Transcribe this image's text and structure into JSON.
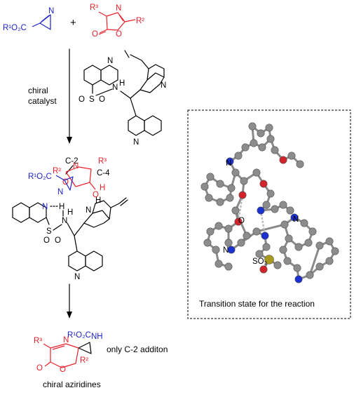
{
  "reactant_aziridine": {
    "ester_label": "R¹O₂C",
    "n_label": "N"
  },
  "plus_sign": "+",
  "reactant_azlactone": {
    "r3_label": "R³",
    "r2_label": "R²",
    "n_label": "N",
    "o_ring_label": "O",
    "o_carbonyl_label": "O"
  },
  "catalyst": {
    "label_line1": "chiral",
    "label_line2": "catalyst",
    "n_atoms": [
      "N",
      "N",
      "N"
    ],
    "s_label": "S",
    "o_labels": [
      "O",
      "O"
    ],
    "h_label": "H"
  },
  "intermediate": {
    "c2_label": "C-2",
    "c4_label": "C-4",
    "r2_label": "R²",
    "r3_label": "R³",
    "ester_label": "R¹O₂C",
    "n_labels": [
      "N",
      "N",
      "N",
      "N",
      "N"
    ],
    "o_labels": [
      "O",
      "O",
      "O"
    ],
    "h_labels": [
      "H",
      "H",
      "H",
      "H"
    ],
    "s_label": "S"
  },
  "transition_state": {
    "caption": "Transition state for the reaction",
    "labels": [
      "N",
      "N",
      "O",
      "N",
      "SO₂"
    ]
  },
  "product": {
    "r3_label": "R³",
    "r2_label": "R²",
    "ester_label": "R¹O₂C",
    "nh_label": "NH",
    "n_label": "N",
    "o_ring_label": "O",
    "o_carbonyl_label": "O",
    "note": "only C-2 additon",
    "caption": "chiral aziridines"
  },
  "colors": {
    "blue": "#1f23c8",
    "red": "#e8212b",
    "atom_gray": "#8c8c8c",
    "atom_blue": "#1c2fd0",
    "atom_red": "#d2232a",
    "atom_yellow": "#a89a1c"
  }
}
